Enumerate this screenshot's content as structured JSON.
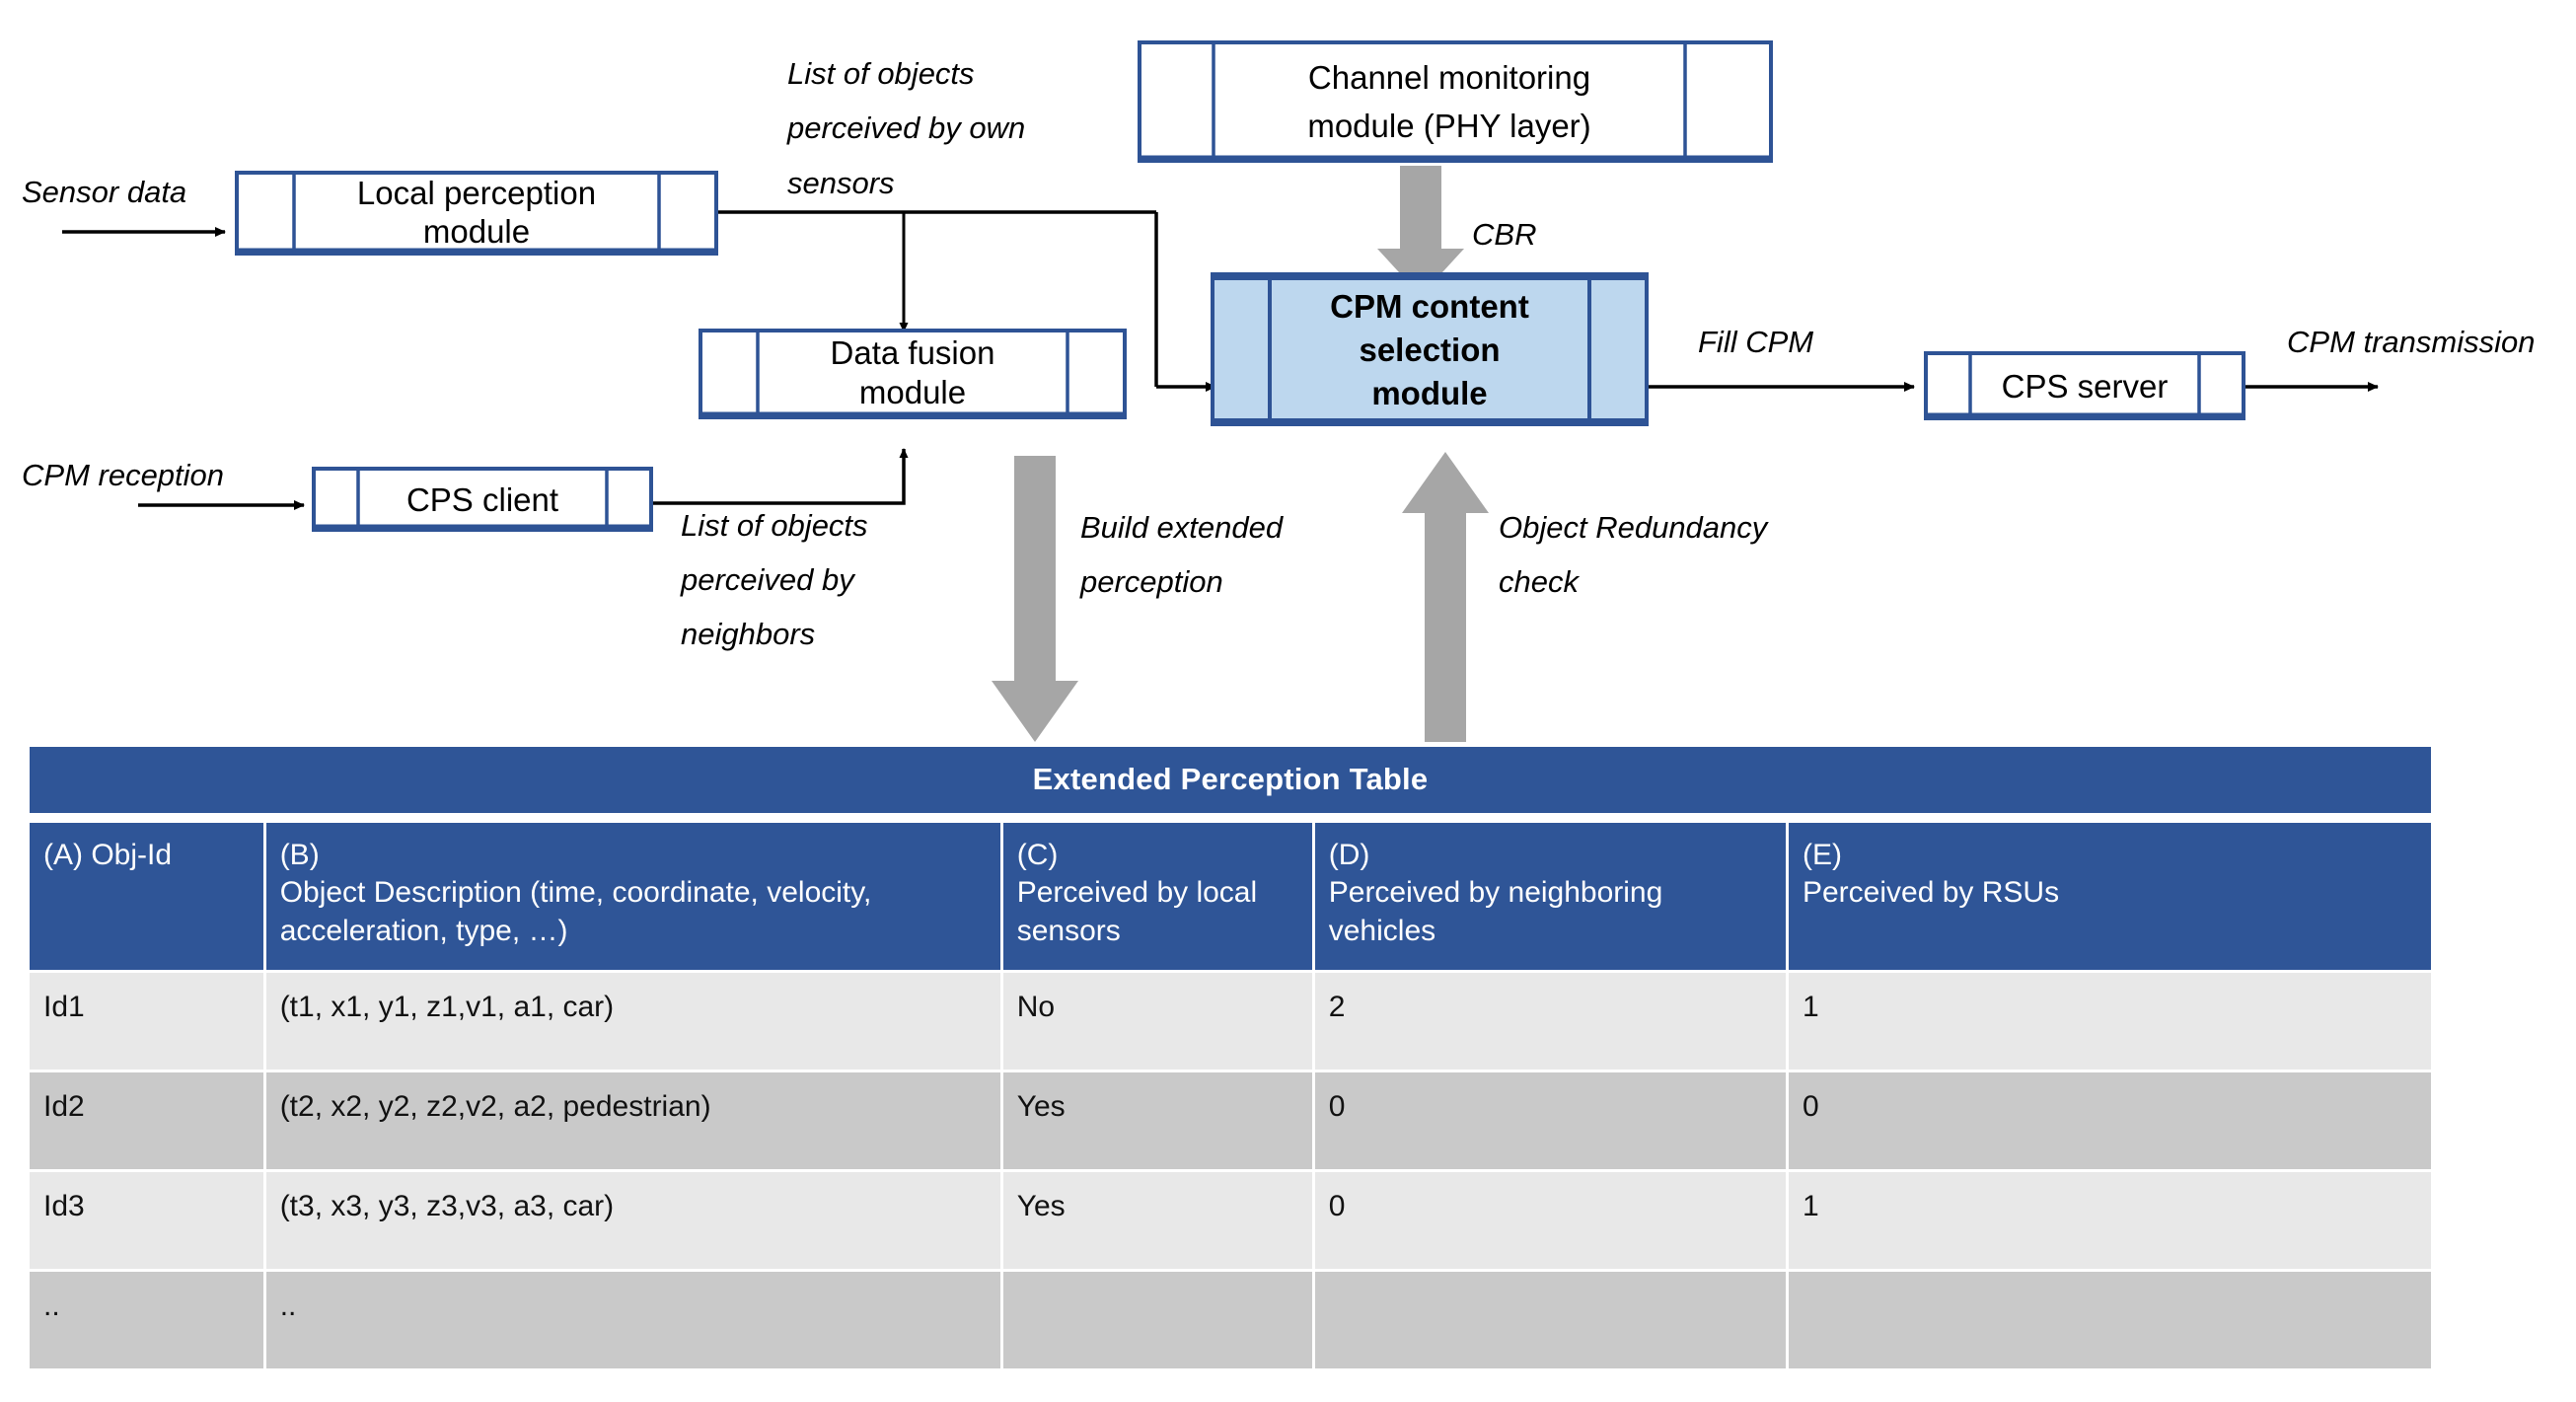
{
  "architecture": {
    "modules": [
      {
        "id": "local-perception",
        "label_line1": "Local perception",
        "label_line2": "module",
        "highlight": false
      },
      {
        "id": "data-fusion",
        "label_line1": "Data fusion",
        "label_line2": "module",
        "highlight": false
      },
      {
        "id": "cps-client",
        "label_line1": "CPS client",
        "label_line2": "",
        "highlight": false
      },
      {
        "id": "channel-monitoring",
        "label_line1": "Channel monitoring",
        "label_line2": "module (PHY layer)",
        "highlight": false
      },
      {
        "id": "cpm-content-selection",
        "label_line1": "CPM content",
        "label_line2": "selection",
        "label_line3": "module",
        "highlight": true
      },
      {
        "id": "cps-server",
        "label_line1": "CPS server",
        "label_line2": "",
        "highlight": false
      }
    ],
    "annotations": {
      "sensor_data": "Sensor data",
      "cpm_reception": "CPM reception",
      "list_own_l1": "List of objects",
      "list_own_l2": "perceived by own",
      "list_own_l3": "sensors",
      "list_neighbors_l1": "List of objects",
      "list_neighbors_l2": "perceived by",
      "list_neighbors_l3": "neighbors",
      "cbr": "CBR",
      "fill_cpm": "Fill CPM",
      "cpm_transmission": "CPM transmission",
      "build_extended_l1": "Build extended",
      "build_extended_l2": "perception",
      "object_redundancy_l1": "Object Redundancy",
      "object_redundancy_l2": "check"
    },
    "colors": {
      "module_border": "#2E5395",
      "module_fill": "#FFFFFF",
      "highlight_fill": "#BDD7EE",
      "connector": "#000000",
      "thick_arrow": "#A6A6A6"
    }
  },
  "table": {
    "title": "Extended Perception Table",
    "columns": [
      {
        "tag": "(A) Obj-Id",
        "desc": ""
      },
      {
        "tag": "(B)",
        "desc": "Object Description (time, coordinate, velocity, acceleration, type, …)"
      },
      {
        "tag": "(C)",
        "desc": "Perceived by local sensors"
      },
      {
        "tag": "(D)",
        "desc": "Perceived by neighboring vehicles"
      },
      {
        "tag": "(E)",
        "desc": "Perceived by RSUs"
      }
    ],
    "rows": [
      {
        "a": "Id1",
        "b": "(t1, x1, y1, z1,v1, a1, car)",
        "c": "No",
        "d": "2",
        "e": "1"
      },
      {
        "a": "Id2",
        "b": "(t2, x2, y2, z2,v2, a2, pedestrian)",
        "c": "Yes",
        "d": "0",
        "e": "0"
      },
      {
        "a": "Id3",
        "b": "(t3, x3, y3, z3,v3, a3, car)",
        "c": "Yes",
        "d": "0",
        "e": "1"
      },
      {
        "a": "..",
        "b": "..",
        "c": "",
        "d": "",
        "e": ""
      }
    ],
    "colors": {
      "header": "#2F5597",
      "row_odd": "#E8E8E8",
      "row_even": "#C9C9C9"
    }
  }
}
